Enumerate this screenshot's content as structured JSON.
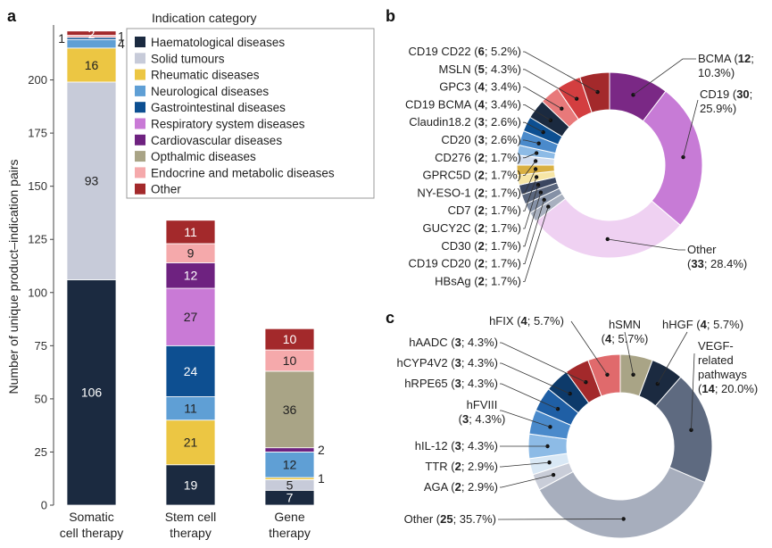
{
  "panels": {
    "a": "a",
    "b": "b",
    "c": "c"
  },
  "legend_title": "Indication category",
  "ylabel": "Number of unique product–indication pairs",
  "category_colors": {
    "Haematological diseases": "#1b2a40",
    "Solid tumours": "#c7cbd9",
    "Rheumatic diseases": "#ecc643",
    "Neurological diseases": "#5f9fd5",
    "Gastrointestinal diseases": "#0d4f91",
    "Respiratory system diseases": "#c97ad6",
    "Cardiovascular diseases": "#6e2280",
    "Opthalmic diseases": "#a9a486",
    "Endocrine and metabolic diseases": "#f5a9ab",
    "Other": "#a3292b"
  },
  "chart_data": [
    {
      "type": "bar",
      "stacked": true,
      "categories": [
        "Somatic cell therapy",
        "Stem cell therapy",
        "Gene therapy"
      ],
      "category_lines": [
        [
          "Somatic",
          "cell therapy"
        ],
        [
          "Stem cell",
          "therapy"
        ],
        [
          "Gene",
          "therapy"
        ]
      ],
      "ylim": [
        0,
        225
      ],
      "yticks": [
        0,
        25,
        50,
        75,
        100,
        125,
        150,
        175,
        200
      ],
      "ylabel": "Number of unique product–indication pairs",
      "legend_title": "Indication category",
      "series": [
        {
          "name": "Haematological diseases",
          "values": [
            106,
            19,
            7
          ],
          "labels": [
            "106",
            "19",
            "7"
          ]
        },
        {
          "name": "Solid tumours",
          "values": [
            93,
            0,
            5
          ],
          "labels": [
            "93",
            "",
            "5"
          ]
        },
        {
          "name": "Rheumatic diseases",
          "values": [
            16,
            21,
            1
          ],
          "labels": [
            "16",
            "21",
            "1"
          ]
        },
        {
          "name": "Neurological diseases",
          "values": [
            4,
            11,
            12
          ],
          "labels": [
            "4",
            "11",
            "12"
          ]
        },
        {
          "name": "Gastrointestinal diseases",
          "values": [
            1,
            24,
            0
          ],
          "labels": [
            "1",
            "24",
            ""
          ]
        },
        {
          "name": "Respiratory system diseases",
          "values": [
            0,
            27,
            0
          ],
          "labels": [
            "",
            "27",
            ""
          ]
        },
        {
          "name": "Cardiovascular diseases",
          "values": [
            0,
            12,
            2
          ],
          "labels": [
            "",
            "12",
            "2"
          ]
        },
        {
          "name": "Opthalmic diseases",
          "values": [
            0,
            0,
            36
          ],
          "labels": [
            "",
            "",
            "36"
          ]
        },
        {
          "name": "Endocrine and metabolic diseases",
          "values": [
            1,
            9,
            10
          ],
          "labels": [
            "1",
            "9",
            "10"
          ]
        },
        {
          "name": "Other",
          "values": [
            2,
            11,
            10
          ],
          "labels": [
            "2",
            "11",
            "10"
          ]
        }
      ]
    },
    {
      "type": "pie",
      "donut": true,
      "slices": [
        {
          "label": "BCMA",
          "value": 12,
          "pct": "10.3%",
          "color": "#7a2885"
        },
        {
          "label": "CD19",
          "value": 30,
          "pct": "25.9%",
          "color": "#c77bd6"
        },
        {
          "label": "Other",
          "value": 33,
          "pct": "28.4%",
          "color": "#efd1f2"
        },
        {
          "label": "HBsAg",
          "value": 2,
          "pct": "1.7%",
          "color": "#a8b0bf"
        },
        {
          "label": "CD19 CD20",
          "value": 2,
          "pct": "1.7%",
          "color": "#8591a6"
        },
        {
          "label": "CD30",
          "value": 2,
          "pct": "1.7%",
          "color": "#5b677e"
        },
        {
          "label": "GUCY2C",
          "value": 2,
          "pct": "1.7%",
          "color": "#3a4660"
        },
        {
          "label": "CD7",
          "value": 2,
          "pct": "1.7%",
          "color": "#f7e6a6"
        },
        {
          "label": "NY-ESO-1",
          "value": 2,
          "pct": "1.7%",
          "color": "#d9b043"
        },
        {
          "label": "GPRC5D",
          "value": 2,
          "pct": "1.7%",
          "color": "#d2def0"
        },
        {
          "label": "CD276",
          "value": 2,
          "pct": "1.7%",
          "color": "#8dbbe6"
        },
        {
          "label": "CD20",
          "value": 3,
          "pct": "2.6%",
          "color": "#4a8acb"
        },
        {
          "label": "Claudin18.2",
          "value": 3,
          "pct": "2.6%",
          "color": "#0d4f91"
        },
        {
          "label": "CD19 BCMA",
          "value": 4,
          "pct": "3.4%",
          "color": "#1b2a40"
        },
        {
          "label": "GPC3",
          "value": 4,
          "pct": "3.4%",
          "color": "#e8797a"
        },
        {
          "label": "MSLN",
          "value": 5,
          "pct": "4.3%",
          "color": "#d33e40"
        },
        {
          "label": "CD19 CD22",
          "value": 6,
          "pct": "5.2%",
          "color": "#a3292b"
        }
      ]
    },
    {
      "type": "pie",
      "donut": true,
      "slices": [
        {
          "label": "hSMN",
          "value": 4,
          "pct": "5.7%",
          "color": "#a9a486"
        },
        {
          "label": "hHGF",
          "value": 4,
          "pct": "5.7%",
          "color": "#1b2a40"
        },
        {
          "label": "VEGF-related pathways",
          "value": 14,
          "pct": "20.0%",
          "color": "#5e6a80"
        },
        {
          "label": "Other",
          "value": 25,
          "pct": "35.7%",
          "color": "#a7aebd"
        },
        {
          "label": "AGA",
          "value": 2,
          "pct": "2.9%",
          "color": "#c9cdd8"
        },
        {
          "label": "TTR",
          "value": 2,
          "pct": "2.9%",
          "color": "#d9e8f5"
        },
        {
          "label": "hIL-12",
          "value": 3,
          "pct": "4.3%",
          "color": "#8dbbe6"
        },
        {
          "label": "hFVIII",
          "value": 3,
          "pct": "4.3%",
          "color": "#4a8acb"
        },
        {
          "label": "hRPE65",
          "value": 3,
          "pct": "4.3%",
          "color": "#1f5fa5"
        },
        {
          "label": "hCYP4V2",
          "value": 3,
          "pct": "4.3%",
          "color": "#0d3a6a"
        },
        {
          "label": "hAADC",
          "value": 3,
          "pct": "4.3%",
          "color": "#a3292b"
        },
        {
          "label": "hFIX",
          "value": 4,
          "pct": "5.7%",
          "color": "#e06a6c"
        }
      ]
    }
  ]
}
